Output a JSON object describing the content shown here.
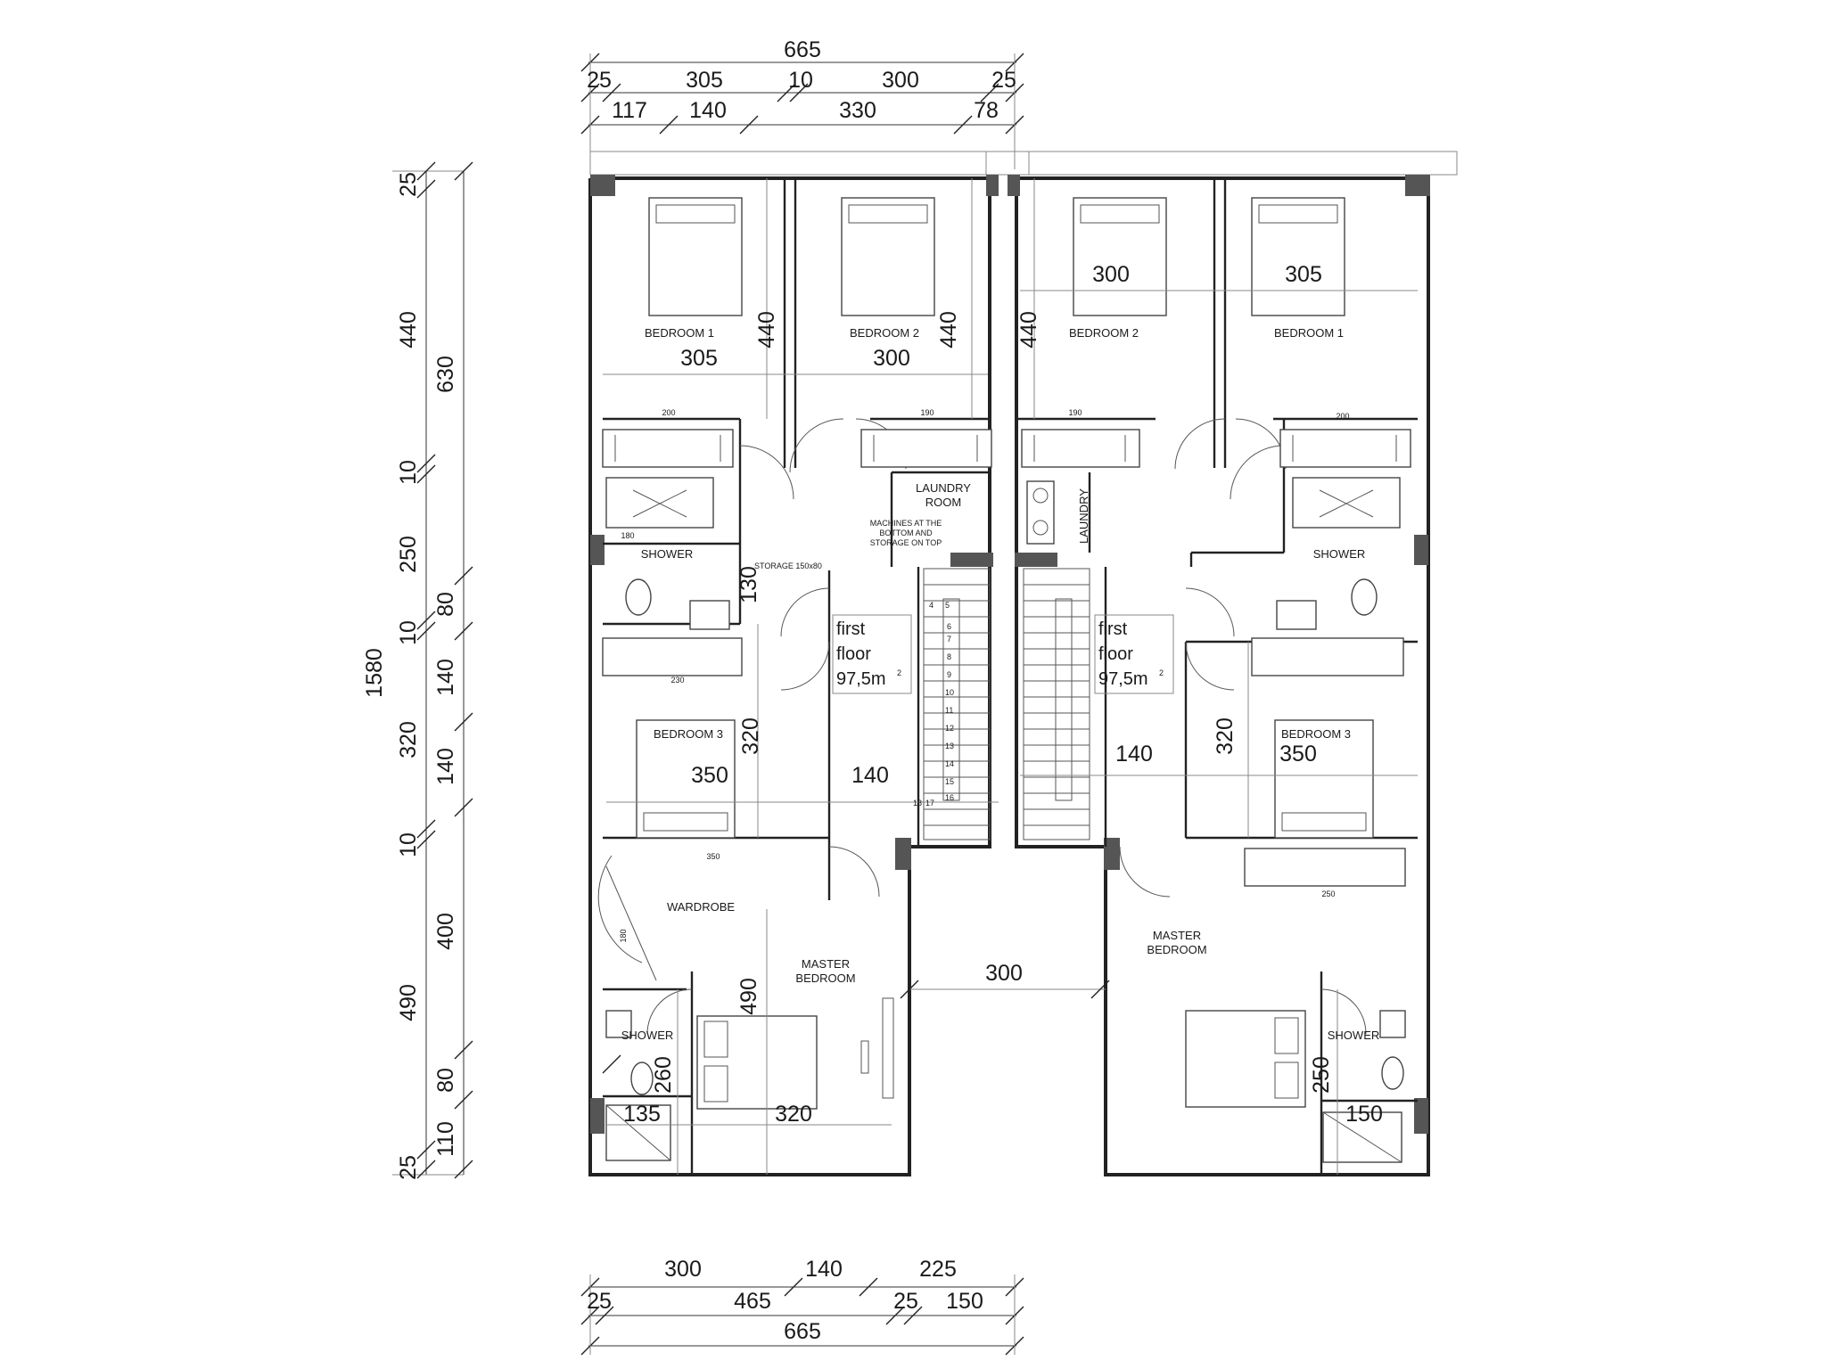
{
  "top_dims": {
    "overall": "665",
    "row1": [
      "25",
      "305",
      "10",
      "300",
      "25"
    ],
    "row2": [
      "117",
      "140",
      "330",
      "78"
    ]
  },
  "bottom_dims": {
    "row1": [
      "300",
      "140",
      "225"
    ],
    "row2": [
      "25",
      "465",
      "25",
      "150"
    ],
    "overall": "665"
  },
  "left_dims": {
    "overall": "1580",
    "col1": [
      "25",
      "440",
      "10",
      "250",
      "10",
      "320",
      "10",
      "490",
      "25"
    ],
    "col2": [
      "630",
      "80",
      "140",
      "140",
      "400",
      "80",
      "110"
    ]
  },
  "rooms": {
    "bedroom1_left": "BEDROOM 1",
    "bedroom2_left": "BEDROOM 2",
    "bedroom2_right": "BEDROOM 2",
    "bedroom1_right": "BEDROOM 1",
    "shower_left": "SHOWER",
    "shower_right": "SHOWER",
    "laundry_room_1": "LAUNDRY",
    "laundry_room_2": "ROOM",
    "laundry_note_1": "MACHINES AT THE",
    "laundry_note_2": "BOTTOM AND",
    "laundry_note_3": "STORAGE ON TOP",
    "laundry_right": "LAUNDRY",
    "storage": "STORAGE 150x80",
    "bedroom3_left": "BEDROOM 3",
    "bedroom3_right": "BEDROOM 3",
    "wardrobe": "WARDROBE",
    "master_left_1": "MASTER",
    "master_left_2": "BEDROOM",
    "master_right_1": "MASTER",
    "master_right_2": "BEDROOM",
    "ensuite_left": "SHOWER",
    "ensuite_right": "SHOWER"
  },
  "floor_labels": {
    "left": [
      "first",
      "floor",
      "97,5m"
    ],
    "right": [
      "first",
      "floor",
      "97,5m"
    ],
    "sup": "2"
  },
  "interior_dims": {
    "b1l_w": "305",
    "b1l_h": "440",
    "b2l_w": "300",
    "b2l_h": "440",
    "b2r_h": "440",
    "b2r_w": "300",
    "b1r_w": "305",
    "stor_h": "130",
    "b3l_h": "320",
    "b3l_w": "350",
    "corr_l": "140",
    "corr_r": "140",
    "b3r_h": "320",
    "b3r_w": "350",
    "gap": "300",
    "mbl_h": "490",
    "mbl_w": "320",
    "shl_h": "260",
    "shl_w": "135",
    "shr_h": "250",
    "shr_w": "150"
  },
  "small_dims": {
    "w1": "200",
    "w2": "190",
    "w3": "190",
    "w4": "200",
    "shower_l": "180",
    "w5": "230",
    "w6": "350",
    "w7": "250",
    "w8": "180"
  },
  "stair_numbers": [
    "4",
    "5",
    "6",
    "7",
    "8",
    "9",
    "10",
    "11",
    "12",
    "13",
    "14",
    "15",
    "16",
    "18",
    "17"
  ]
}
